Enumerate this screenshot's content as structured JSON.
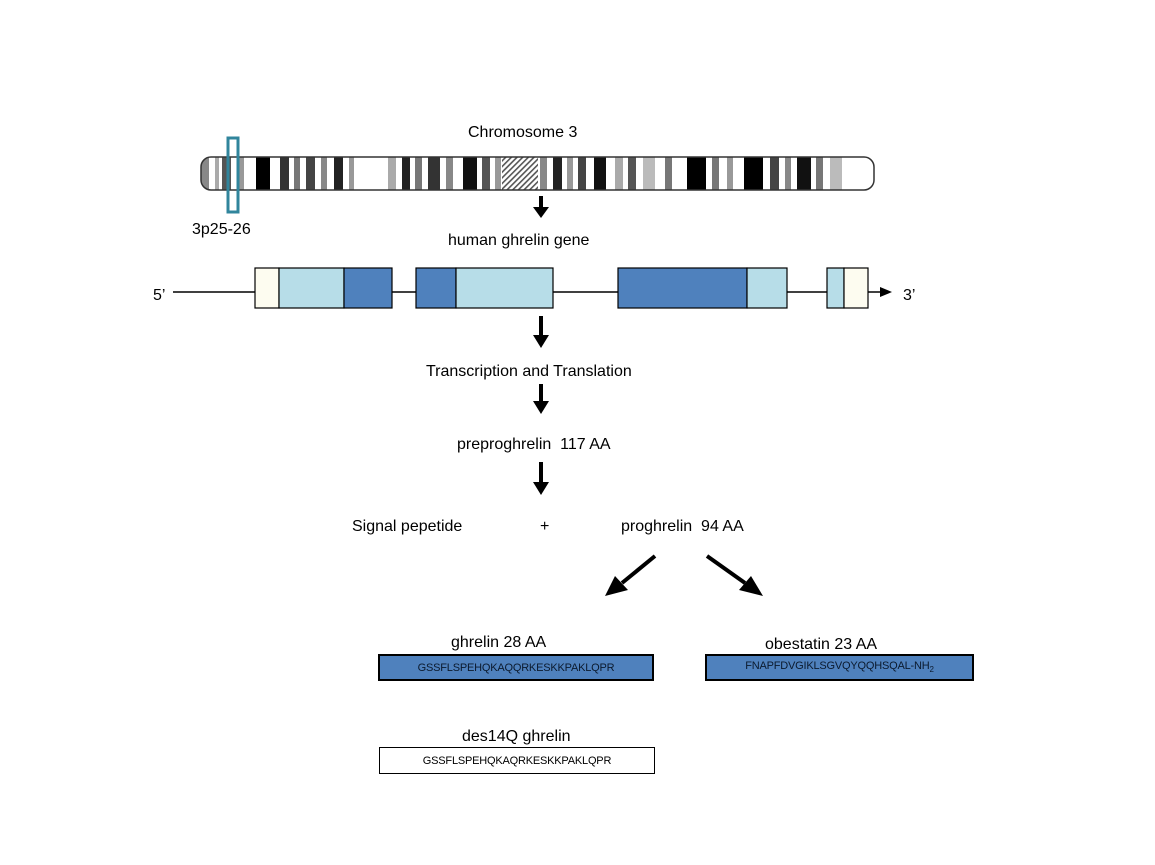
{
  "chromosome": {
    "title": "Chromosome 3",
    "locus": "3p25-26"
  },
  "gene": {
    "title": "human ghrelin gene",
    "five_prime": "5’",
    "three_prime": "3’"
  },
  "steps": {
    "transcription": "Transcription and Translation",
    "preproghrelin": "preproghrelin  117 AA",
    "signal": "Signal pepetide",
    "plus": "+",
    "proghrelin": "proghrelin  94 AA"
  },
  "products": {
    "ghrelin": {
      "title": "ghrelin 28 AA",
      "sequence": "GSSFLSPEHQKAQQRKESKKPAKLQPR"
    },
    "obestatin": {
      "title": "obestatin 23 AA",
      "sequence": "FNAPFDVGIKLSGVQYQQHSQAL-NH",
      "subscript": "2"
    },
    "des14q": {
      "title": "des14Q ghrelin",
      "sequence": "GSSFLSPEHQKAQRKESKKPAKLQPR"
    }
  },
  "colors": {
    "dark_blue": "#4f81bd",
    "light_blue": "#b7dde8",
    "cream": "#fdfcf0",
    "locus_box": "#31859c"
  }
}
